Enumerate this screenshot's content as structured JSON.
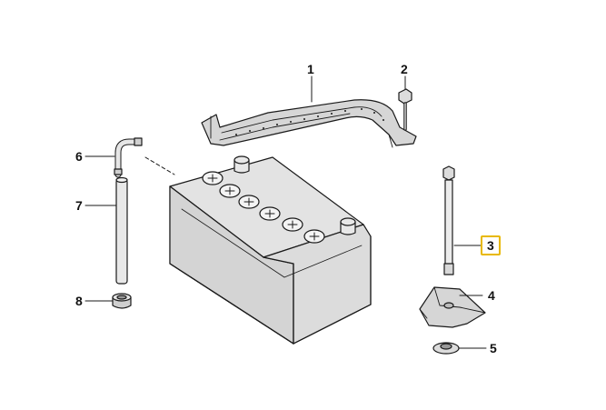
{
  "diagram": {
    "selected_callout": "3",
    "highlight_color": "#e8b800",
    "line_color": "#1a1a1a",
    "part_shade": "#cfcfcf",
    "battery_shade": "#d7d7d7",
    "callouts": [
      {
        "id": "1",
        "label": "1"
      },
      {
        "id": "2",
        "label": "2"
      },
      {
        "id": "3",
        "label": "3"
      },
      {
        "id": "4",
        "label": "4"
      },
      {
        "id": "5",
        "label": "5"
      },
      {
        "id": "6",
        "label": "6"
      },
      {
        "id": "7",
        "label": "7"
      },
      {
        "id": "8",
        "label": "8"
      }
    ]
  }
}
